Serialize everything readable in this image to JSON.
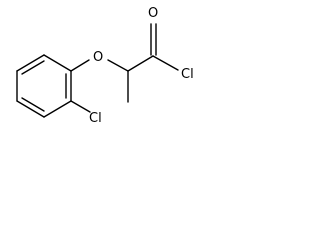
{
  "diagram": {
    "atoms": [
      {
        "id": "O_ether",
        "label": "O"
      },
      {
        "id": "O_carbonyl",
        "label": "O"
      },
      {
        "id": "Cl_acyl",
        "label": "Cl"
      },
      {
        "id": "Cl_aryl",
        "label": "Cl"
      }
    ]
  }
}
